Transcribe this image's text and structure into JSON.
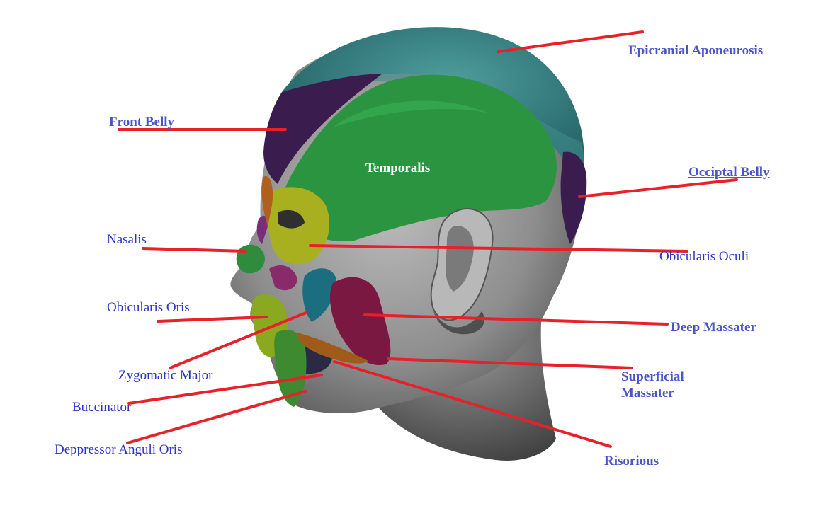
{
  "colors": {
    "label_bold": "#4a55c8",
    "label_plain": "#2a33c8",
    "leader_line": "#e8202a",
    "epicranial": "#3f8a8c",
    "temporalis": "#2a9440",
    "frontal_belly": "#3a1c4e",
    "occipital_belly": "#3a1c4e",
    "nasalis": "#2f8c3c",
    "orbicularis_oculi": "#a8b020",
    "zygomatic": "#1a6e80",
    "massater": "#7a1842",
    "skin": "#9a9a9a"
  },
  "labels": {
    "epicranial": "Epicranial Aponeurosis",
    "front_belly": "Front Belly",
    "temporalis": "Temporalis",
    "occipital_belly": "Occiptal Belly",
    "nasalis": "Nasalis",
    "obicularis_oculi": "Obicularis Oculi",
    "obicularis_oris": "Obicularis Oris",
    "deep_massater": "Deep Massater",
    "zygomatic_major": "Zygomatic Major",
    "superficial_massater": "Superficial Massater",
    "buccinator": "Buccinator",
    "deppressor": "Deppressor Anguli Oris",
    "risorious": "Risorious"
  }
}
